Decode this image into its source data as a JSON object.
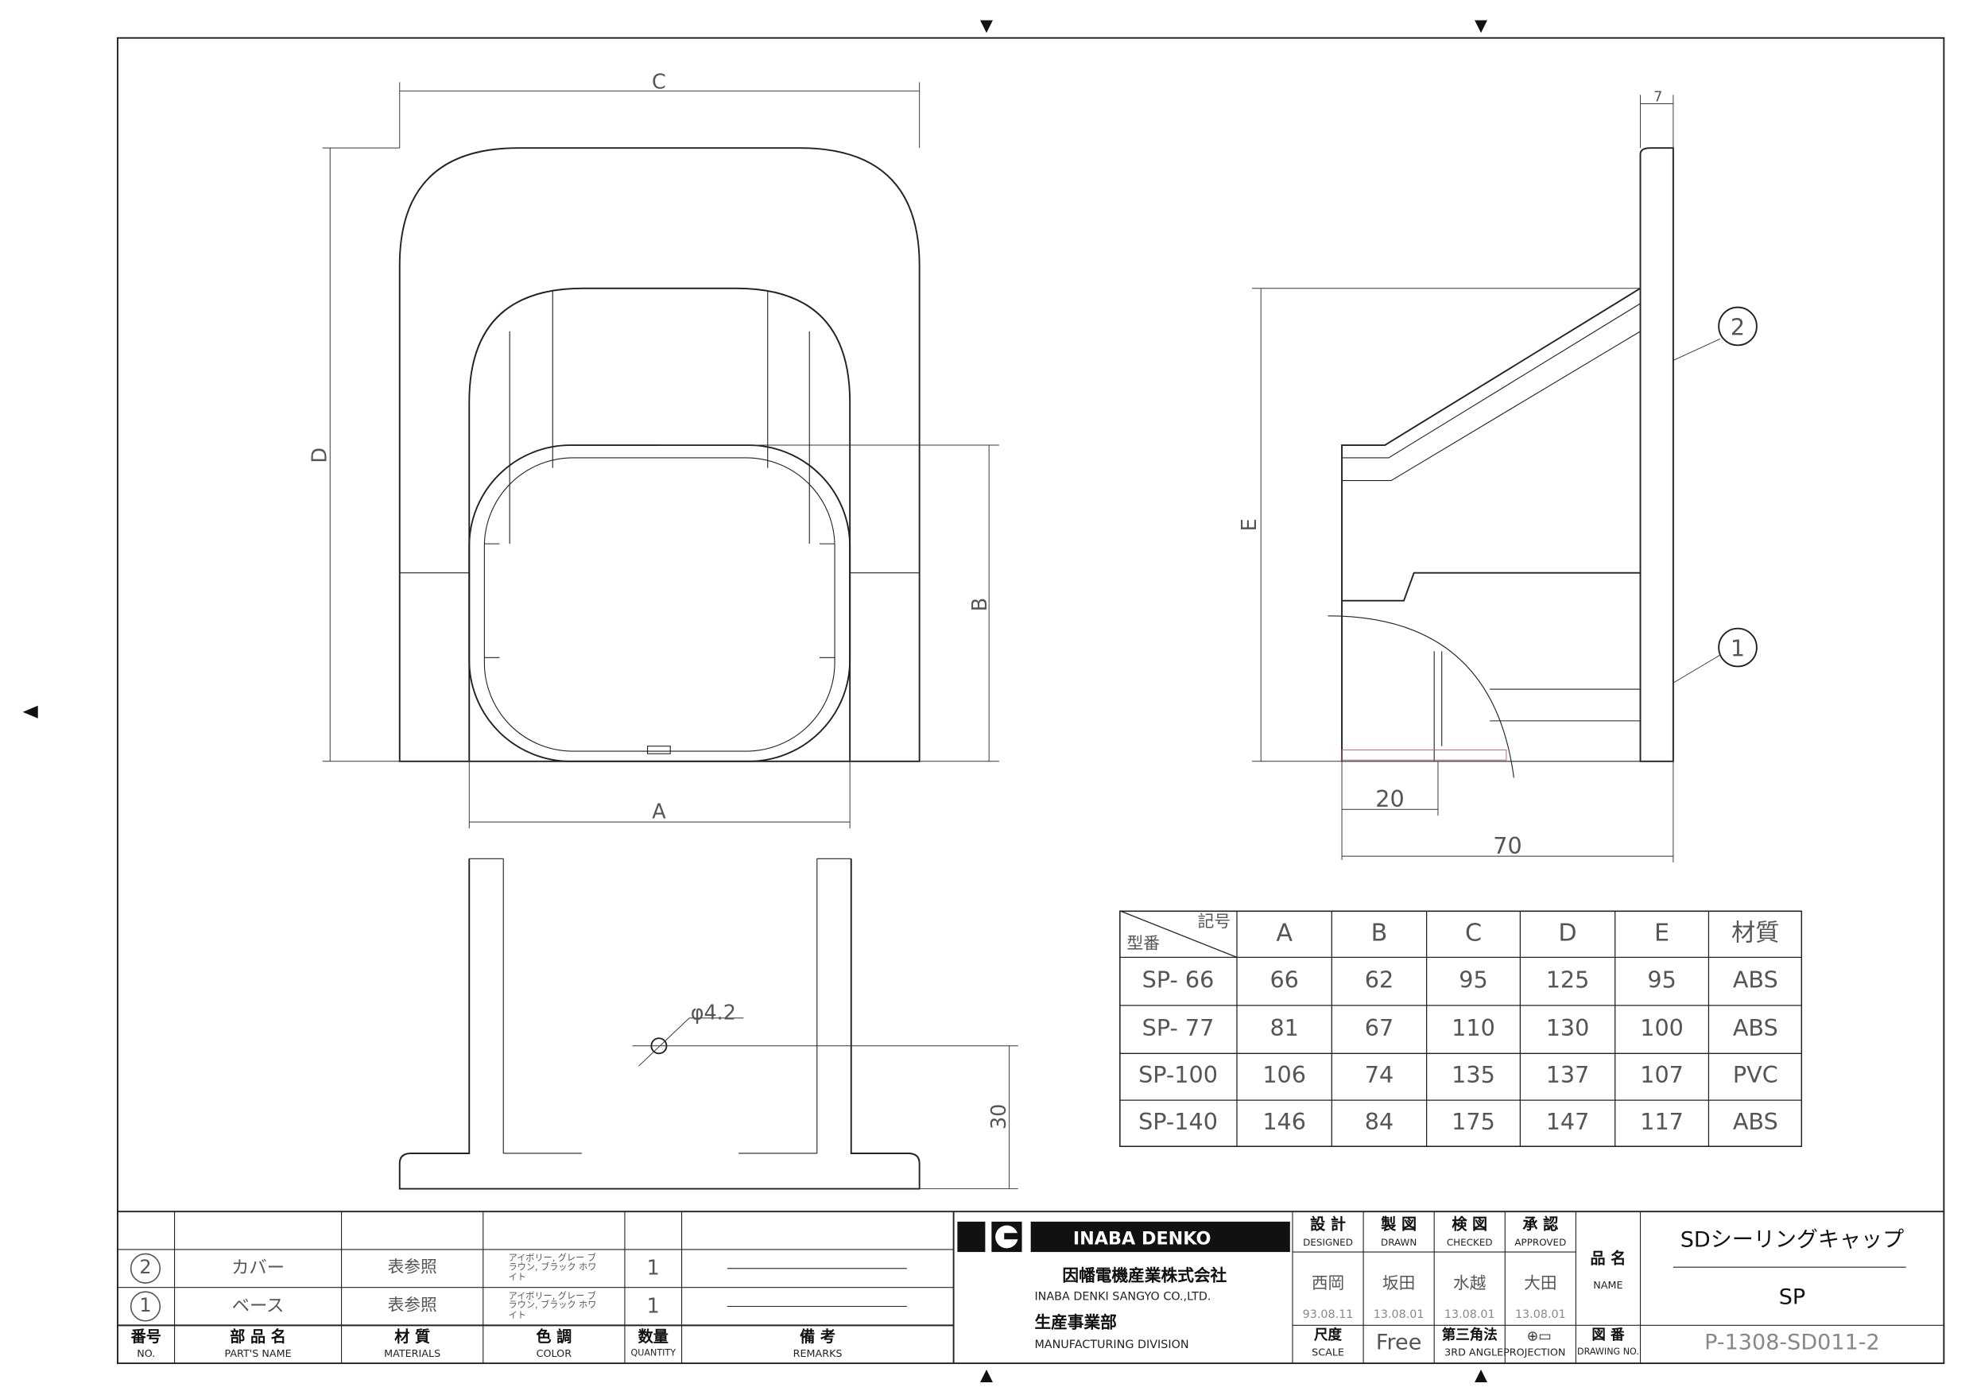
{
  "drawing": {
    "front_labels": {
      "c": "C",
      "d": "D",
      "b": "B",
      "a": "A"
    },
    "side_labels": {
      "t": "7",
      "e": "E",
      "d20": "20",
      "d70": "70",
      "part2": "2",
      "part1": "1"
    },
    "bottom_labels": {
      "hole": "φ4.2",
      "h30": "30"
    }
  },
  "dimension_table": {
    "corner_top": "記号",
    "corner_bottom": "型番",
    "headers": [
      "A",
      "B",
      "C",
      "D",
      "E",
      "材質"
    ],
    "rows": [
      [
        "SP- 66",
        "66",
        "62",
        "95",
        "125",
        "95",
        "ABS"
      ],
      [
        "SP- 77",
        "81",
        "67",
        "110",
        "130",
        "100",
        "ABS"
      ],
      [
        "SP-100",
        "106",
        "74",
        "135",
        "137",
        "107",
        "PVC"
      ],
      [
        "SP-140",
        "146",
        "84",
        "175",
        "147",
        "117",
        "ABS"
      ]
    ]
  },
  "parts_list": {
    "rows": [
      {
        "no": "2",
        "name": "カバー",
        "material": "表参照",
        "color": "アイボリー, グレー ブラウン, ブラック ホワイト",
        "quantity": "1"
      },
      {
        "no": "1",
        "name": "ベース",
        "material": "表参照",
        "color": "アイボリー, グレー ブラウン, ブラック ホワイト",
        "quantity": "1"
      }
    ],
    "headers": [
      {
        "jp": "番号",
        "en": "NO."
      },
      {
        "jp": "部 品 名",
        "en": "PART'S NAME"
      },
      {
        "jp": "材 質",
        "en": "MATERIALS"
      },
      {
        "jp": "色 調",
        "en": "COLOR"
      },
      {
        "jp": "数量",
        "en": "QUANTITY"
      },
      {
        "jp": "備 考",
        "en": "REMARKS"
      }
    ]
  },
  "title_block": {
    "brand": "INABA DENKO",
    "company_jp": "因幡電機産業株式会社",
    "company_en": "INABA DENKI SANGYO CO.,LTD.",
    "division_jp": "生産事業部",
    "division_en": "MANUFACTURING DIVISION",
    "signoffs": [
      {
        "jp": "設 計",
        "en": "DESIGNED",
        "name": "西岡",
        "date": "93.08.11"
      },
      {
        "jp": "製 図",
        "en": "DRAWN",
        "name": "坂田",
        "date": "13.08.01"
      },
      {
        "jp": "検 図",
        "en": "CHECKED",
        "name": "水越",
        "date": "13.08.01"
      },
      {
        "jp": "承 認",
        "en": "APPROVED",
        "name": "大田",
        "date": "13.08.01"
      }
    ],
    "scale_jp": "尺度",
    "scale_en": "SCALE",
    "scale_value": "Free",
    "projection_jp": "第三角法",
    "projection_en": "3RD ANGLEPROJECTION",
    "name_jp": "品 名",
    "name_en": "NAME",
    "product_name": "SDシーリングキャップ",
    "product_code": "SP",
    "drawing_no_jp": "図 番",
    "drawing_no_en": "DRAWING NO.",
    "drawing_no": "P-1308-SD011-2"
  }
}
